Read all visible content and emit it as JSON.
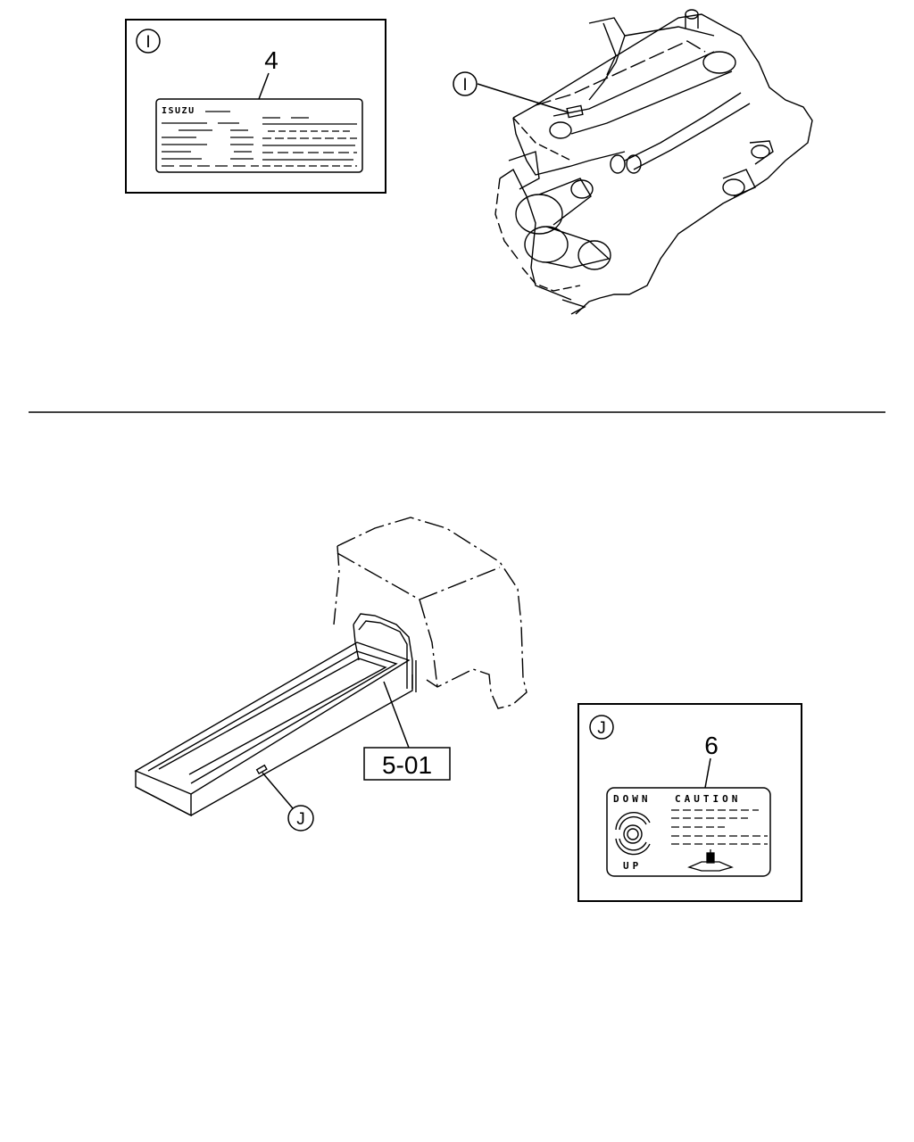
{
  "panel_top": {
    "detail_inset": {
      "marker": "I",
      "part_number": "4",
      "plate_brand": "ISUZU"
    },
    "engine_callout": {
      "marker": "I"
    }
  },
  "panel_bottom": {
    "ref_box_label": "5-01",
    "frame_callout": {
      "marker": "J"
    },
    "detail_inset": {
      "marker": "J",
      "part_number": "6",
      "decal_down": "DOWN",
      "decal_caution": "CAUTION",
      "decal_up": "UP"
    }
  }
}
